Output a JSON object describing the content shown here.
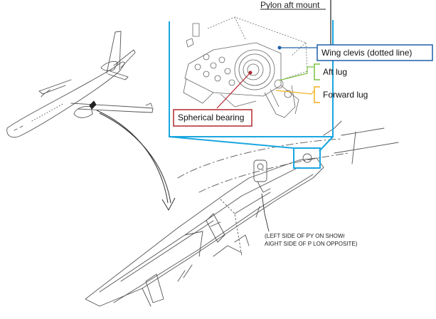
{
  "title": "Pylon aft mount",
  "callouts": {
    "wing_clevis": "Wing clevis (dotted line)",
    "aft_lug": "Aft lug",
    "forward_lug": "Forward lug",
    "spherical_bearing": "Spherical bearing"
  },
  "note": {
    "line1": "(LEFT SIDE OF PY ON SHOWr",
    "line2": "AIGHT SIDE OF P LON OPPOSITE)"
  },
  "colors": {
    "detail_frame": "#1aa6e0",
    "wing_clevis": "#1f5fa8",
    "aft_lug": "#7cc043",
    "forward_lug": "#f2b01e",
    "spherical_bearing": "#b0282e",
    "line_art": "#555555"
  }
}
